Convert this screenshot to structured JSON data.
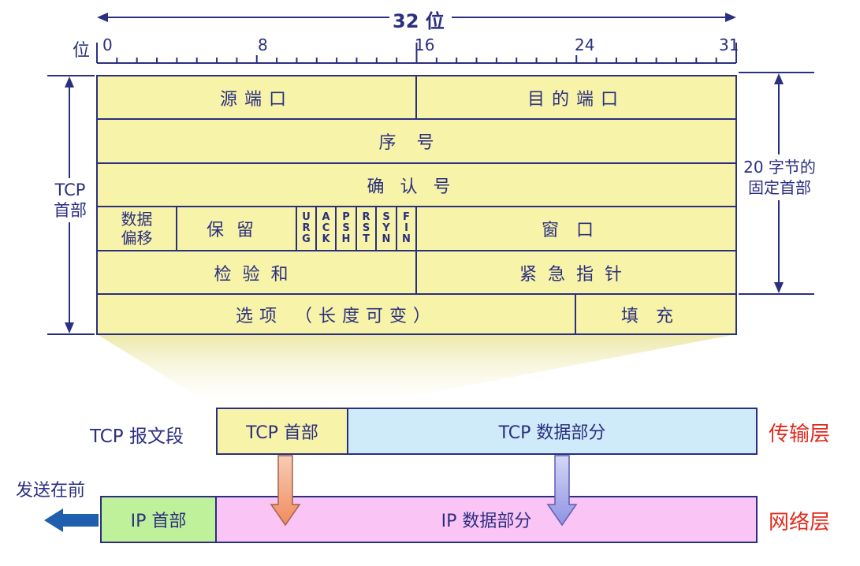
{
  "title": {
    "width_label": "32 位",
    "bit_label": "位"
  },
  "ticks": [
    "0",
    "8",
    "16",
    "24",
    "31"
  ],
  "rows": {
    "src_port": "源端口",
    "dst_port": "目的端口",
    "seq": "序号",
    "ack": "确认号",
    "offset_line1": "数据",
    "offset_line2": "偏移",
    "reserved": "保留",
    "flags": [
      {
        "name": "urg",
        "letters": [
          "U",
          "R",
          "G"
        ]
      },
      {
        "name": "ack",
        "letters": [
          "A",
          "C",
          "K"
        ]
      },
      {
        "name": "psh",
        "letters": [
          "P",
          "S",
          "H"
        ]
      },
      {
        "name": "rst",
        "letters": [
          "R",
          "S",
          "T"
        ]
      },
      {
        "name": "syn",
        "letters": [
          "S",
          "Y",
          "N"
        ]
      },
      {
        "name": "fin",
        "letters": [
          "F",
          "I",
          "N"
        ]
      }
    ],
    "window": "窗口",
    "checksum": "检验和",
    "urgent": "紧急指针",
    "options": "选项 （长度可变）",
    "padding": "填充"
  },
  "side": {
    "tcp_header_line1": "TCP",
    "tcp_header_line2": "首部",
    "fixed_line1": "20 字节的",
    "fixed_line2": "固定首部"
  },
  "segments": {
    "tcp_segment_label": "TCP 报文段",
    "tcp_header": "TCP 首部",
    "tcp_data": "TCP 数据部分",
    "transport_layer": "传输层",
    "send_first": "发送在前",
    "ip_header": "IP 首部",
    "ip_data": "IP 数据部分",
    "network_layer": "网络层"
  },
  "colors": {
    "ink": "#2b2f80",
    "header_fill": "#f7f3a9",
    "tcp_data_fill": "#cfeaf8",
    "ip_header_fill": "#bff19a",
    "ip_data_fill": "#fac4f5",
    "layer_text": "#e02a1c",
    "arrow_blue": "#1f5fae",
    "arrow_orange": "#f4a37c",
    "arrow_violet": "#a7abea"
  }
}
